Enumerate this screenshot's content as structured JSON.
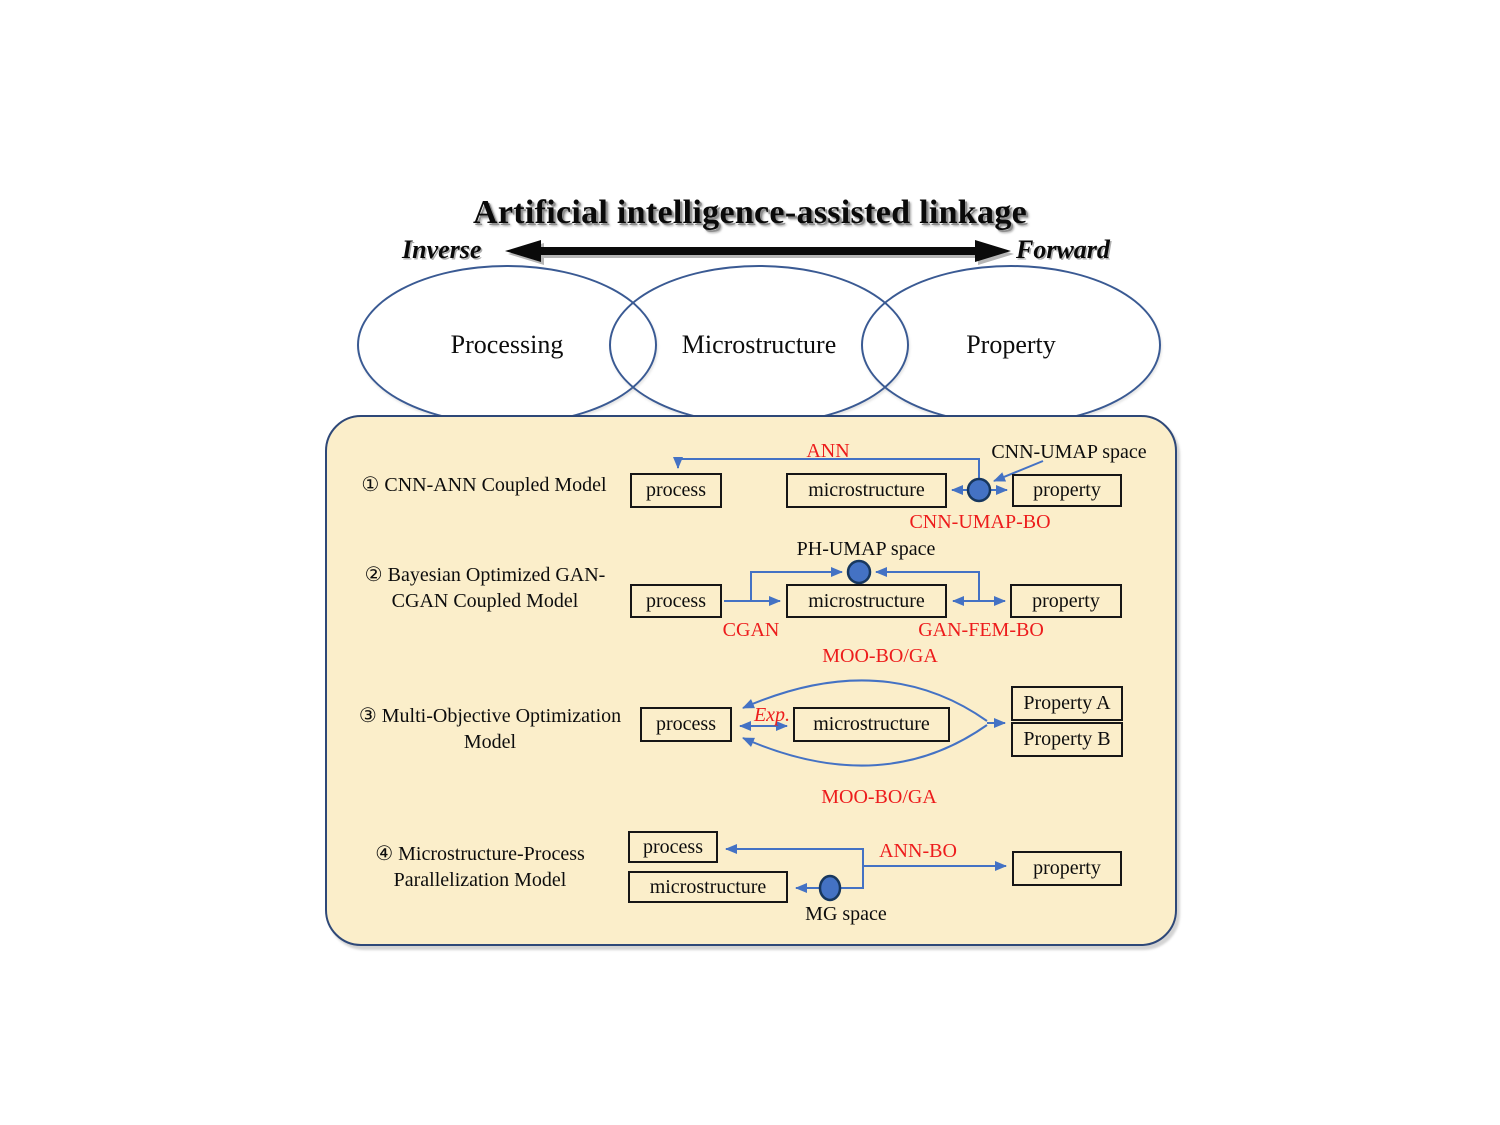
{
  "title": "Artificial intelligence-assisted linkage",
  "axis": {
    "inverse": "Inverse",
    "forward": "Forward"
  },
  "venn": {
    "labels": [
      "Processing",
      "Microstructure",
      "Property"
    ]
  },
  "colors": {
    "panel_fill": "#FBEECA",
    "panel_border": "#2E4878",
    "arrow_blue": "#4472C4",
    "node_fill": "#4472C4",
    "node_stroke": "#17375E",
    "annotation_red": "#ED1C1C",
    "ellipse_stroke": "#3A5A93",
    "axis_arrow_black": "#0a0a0a"
  },
  "models": {
    "m1": {
      "label": "① CNN-ANN Coupled Model",
      "ann": "ANN",
      "space": "CNN-UMAP space",
      "bo": "CNN-UMAP-BO",
      "boxes": {
        "process": "process",
        "microstructure": "microstructure",
        "property": "property"
      }
    },
    "m2": {
      "label_line1": "② Bayesian Optimized GAN-",
      "label_line2": "CGAN Coupled Model",
      "space": "PH-UMAP space",
      "cgan": "CGAN",
      "bo": "GAN-FEM-BO",
      "boxes": {
        "process": "process",
        "microstructure": "microstructure",
        "property": "property"
      }
    },
    "m3": {
      "label_line1": "③ Multi-Objective Optimization",
      "label_line2": "Model",
      "moo_top": "MOO-BO/GA",
      "moo_bottom": "MOO-BO/GA",
      "exp": "Exp.",
      "boxes": {
        "process": "process",
        "microstructure": "microstructure",
        "property_a": "Property A",
        "property_b": "Property B"
      }
    },
    "m4": {
      "label_line1": "④ Microstructure-Process",
      "label_line2": "Parallelization Model",
      "ann_bo": "ANN-BO",
      "mg_space": "MG space",
      "boxes": {
        "process": "process",
        "microstructure": "microstructure",
        "property": "property"
      }
    }
  }
}
